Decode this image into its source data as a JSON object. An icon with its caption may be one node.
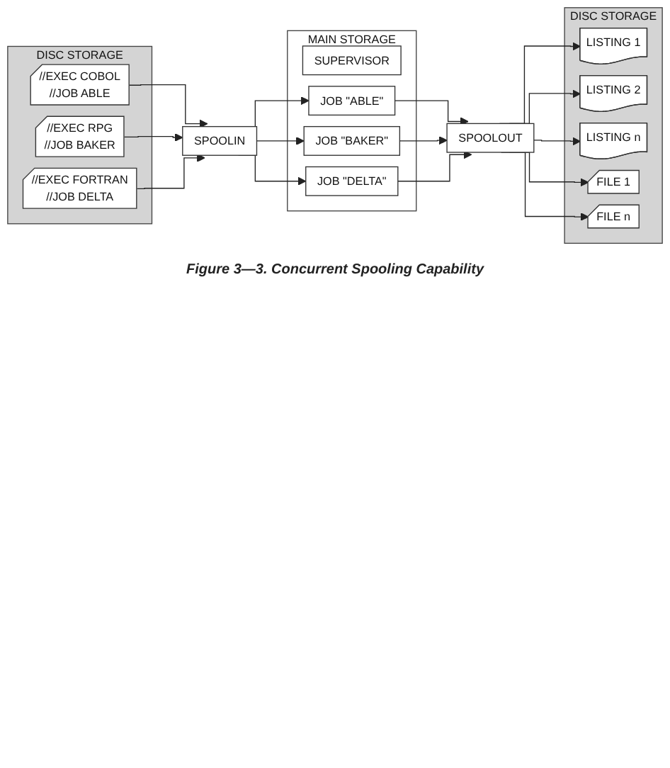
{
  "diagram": {
    "caption": "Figure 3—3. Concurrent Spooling Capability",
    "nodes": [
      {
        "text": [
          "DISC STORAGE"
        ]
      },
      {
        "text": [
          "//EXEC COBOL",
          "//JOB ABLE"
        ],
        "in": 0
      },
      {
        "text": [
          "//EXEC RPG",
          "//JOB BAKER"
        ],
        "in": 0
      },
      {
        "text": [
          "//EXEC FORTRAN",
          "//JOB DELTA"
        ],
        "in": 0
      },
      {
        "text": [
          "SPOOLIN"
        ]
      },
      {
        "text": [
          "MAIN STORAGE"
        ]
      },
      {
        "text": [
          "SUPERVISOR"
        ],
        "in": 5
      },
      {
        "text": [
          "JOB \"ABLE\""
        ],
        "in": 5
      },
      {
        "text": [
          "JOB \"BAKER\""
        ],
        "in": 5
      },
      {
        "text": [
          "JOB \"DELTA\""
        ],
        "in": 5
      },
      {
        "text": [
          "SPOOLOUT"
        ]
      },
      {
        "text": [
          "DISC STORAGE"
        ]
      },
      {
        "text": [
          "LISTING 1"
        ],
        "in": 11
      },
      {
        "text": [
          "LISTING 2"
        ],
        "in": 11
      },
      {
        "text": [
          "LISTING n"
        ],
        "in": 11
      },
      {
        "text": [
          "FILE 1"
        ],
        "in": 11
      },
      {
        "text": [
          "FILE n"
        ],
        "in": 11
      }
    ],
    "edges": [
      {
        "from": 1,
        "to": 4,
        "arrow": "to"
      },
      {
        "from": 2,
        "to": 4,
        "arrow": "to"
      },
      {
        "from": 3,
        "to": 4,
        "arrow": "to"
      },
      {
        "from": 4,
        "to": 7,
        "arrow": "to"
      },
      {
        "from": 4,
        "to": 8,
        "arrow": "to"
      },
      {
        "from": 4,
        "to": 9,
        "arrow": "to"
      },
      {
        "from": 7,
        "to": 10,
        "arrow": "to"
      },
      {
        "from": 8,
        "to": 10,
        "arrow": "to"
      },
      {
        "from": 9,
        "to": 10,
        "arrow": "to"
      },
      {
        "from": 10,
        "to": 12,
        "arrow": "to"
      },
      {
        "from": 10,
        "to": 13,
        "arrow": "to"
      },
      {
        "from": 10,
        "to": 14,
        "arrow": "to"
      },
      {
        "from": 10,
        "to": 15,
        "arrow": "to"
      },
      {
        "from": 10,
        "to": 16,
        "arrow": "to"
      }
    ]
  }
}
